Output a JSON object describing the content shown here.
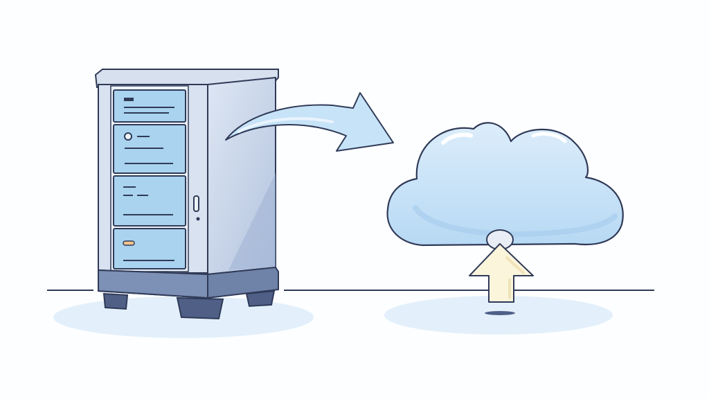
{
  "diagram": {
    "nodes": [
      {
        "id": "server",
        "icon": "server-rack-icon",
        "drive_bays": 4
      },
      {
        "id": "cloud",
        "icon": "cloud-icon"
      }
    ],
    "edges": [
      {
        "from": "server",
        "to": "cloud",
        "icon": "curved-arrow-icon"
      }
    ],
    "extra_icons": [
      "upload-arrow-icon"
    ],
    "colors": {
      "background": "#fdfeff",
      "outline": "#2f3a57",
      "server_body": "#c9d6ea",
      "drive_panel": "#a9d3ef",
      "cloud_fill": "#c7e3f8",
      "upload_arrow": "#fbf5dc",
      "ground_shadow": "#e3f0fb"
    }
  }
}
